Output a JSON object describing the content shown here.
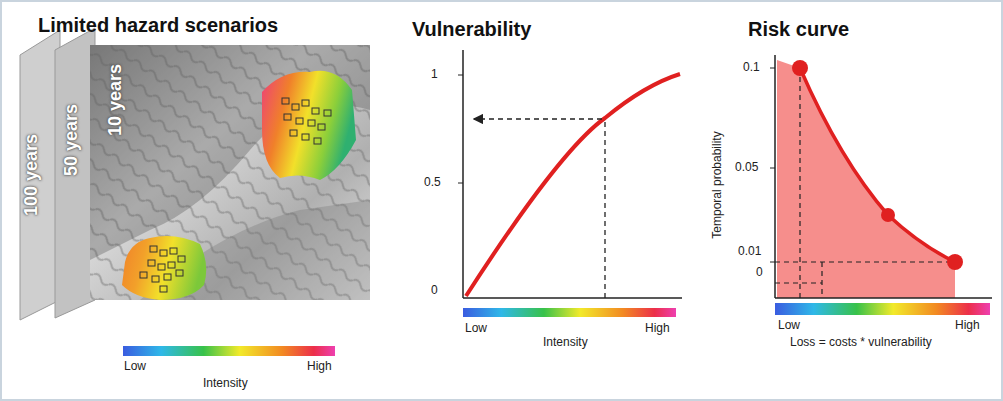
{
  "diagram": {
    "labels": [
      "Limited hazard scenarios",
      "100 years",
      "50 years",
      "10 years",
      "Low",
      "Intensity",
      "High",
      "Vulnerability",
      "1",
      "0.5",
      "0",
      "Low",
      "Intensity",
      "High",
      "Risk curve",
      "Temporal probability",
      "0.1",
      "0.05",
      "0.01",
      "0",
      "Low",
      "High",
      "Loss = costs * vulnerability"
    ]
  }
}
